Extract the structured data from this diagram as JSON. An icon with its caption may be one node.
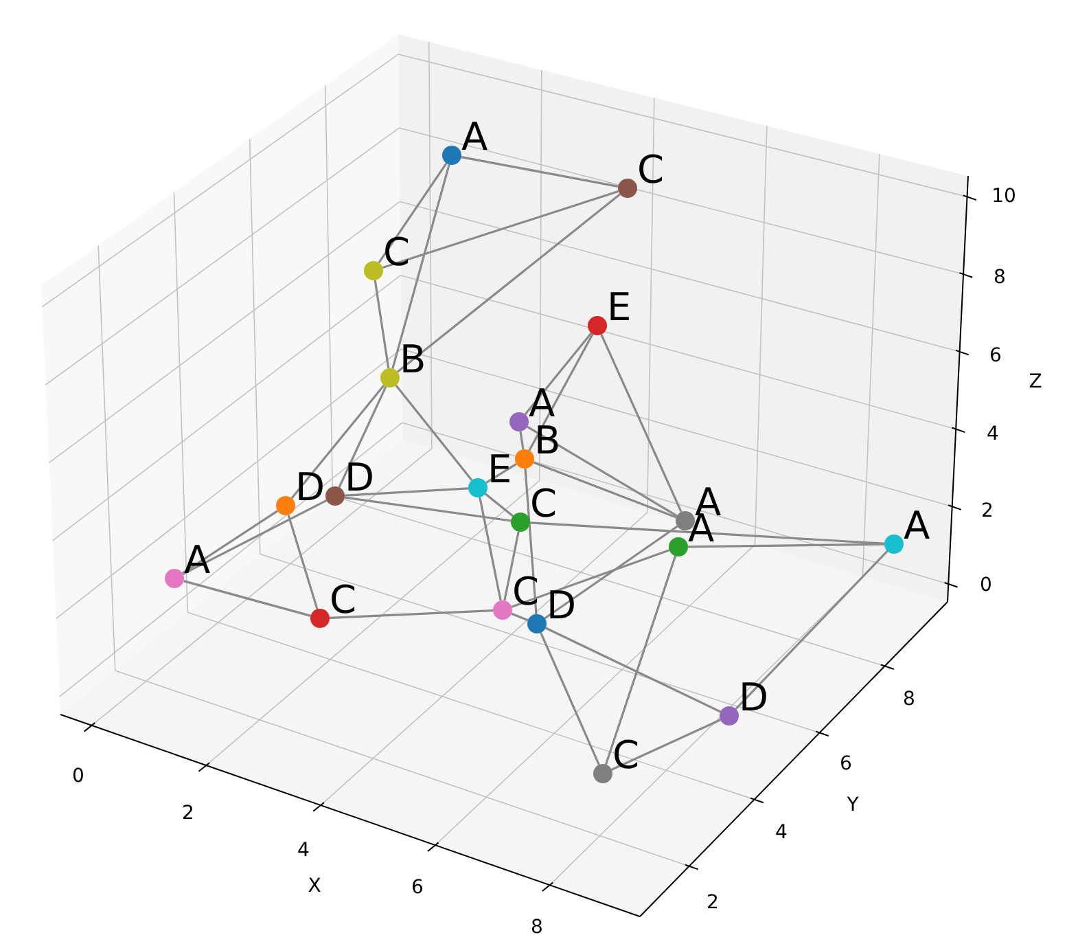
{
  "diagram": {
    "nodes": [
      {
        "text": [],
        "shape": "circle",
        "beside": [
          "A"
        ]
      },
      {
        "text": [],
        "shape": "circle",
        "beside": [
          "C"
        ]
      },
      {
        "text": [],
        "shape": "circle",
        "beside": [
          "C"
        ]
      },
      {
        "text": [],
        "shape": "circle",
        "beside": [
          "E"
        ]
      },
      {
        "text": [],
        "shape": "circle",
        "beside": [
          "B"
        ]
      },
      {
        "text": [],
        "shape": "circle",
        "beside": [
          "A"
        ]
      },
      {
        "text": [],
        "shape": "circle",
        "beside": [
          "B"
        ]
      },
      {
        "text": [],
        "shape": "circle",
        "beside": [
          "E"
        ]
      },
      {
        "text": [],
        "shape": "circle",
        "beside": [
          "D"
        ]
      },
      {
        "text": [],
        "shape": "circle",
        "beside": [
          "D"
        ]
      },
      {
        "text": [],
        "shape": "circle",
        "beside": [
          "C"
        ]
      },
      {
        "text": [],
        "shape": "circle",
        "beside": [
          "A"
        ]
      },
      {
        "text": [],
        "shape": "circle",
        "beside": [
          "A"
        ]
      },
      {
        "text": [],
        "shape": "circle",
        "beside": [
          "A"
        ]
      },
      {
        "text": [],
        "shape": "circle",
        "beside": [
          "A"
        ]
      },
      {
        "text": [],
        "shape": "circle",
        "beside": [
          "C"
        ]
      },
      {
        "text": [],
        "shape": "circle",
        "beside": [
          "C"
        ]
      },
      {
        "text": [],
        "shape": "circle",
        "beside": [
          "D"
        ]
      },
      {
        "text": [],
        "shape": "circle",
        "beside": [
          "D"
        ]
      },
      {
        "text": [],
        "shape": "circle",
        "beside": [
          "C"
        ]
      }
    ],
    "edges": [
      {
        "from": 0,
        "to": 1,
        "arrow": "none"
      },
      {
        "from": 0,
        "to": 2,
        "arrow": "none"
      },
      {
        "from": 0,
        "to": 4,
        "arrow": "none"
      },
      {
        "from": 1,
        "to": 2,
        "arrow": "none"
      },
      {
        "from": 1,
        "to": 4,
        "arrow": "none"
      },
      {
        "from": 2,
        "to": 4,
        "arrow": "none"
      },
      {
        "from": 3,
        "to": 5,
        "arrow": "none"
      },
      {
        "from": 3,
        "to": 6,
        "arrow": "none"
      },
      {
        "from": 3,
        "to": 11,
        "arrow": "none"
      },
      {
        "from": 4,
        "to": 7,
        "arrow": "none"
      },
      {
        "from": 4,
        "to": 8,
        "arrow": "none"
      },
      {
        "from": 4,
        "to": 9,
        "arrow": "none"
      },
      {
        "from": 5,
        "to": 6,
        "arrow": "none"
      },
      {
        "from": 5,
        "to": 11,
        "arrow": "none"
      },
      {
        "from": 6,
        "to": 7,
        "arrow": "none"
      },
      {
        "from": 6,
        "to": 11,
        "arrow": "none"
      },
      {
        "from": 6,
        "to": 17,
        "arrow": "none"
      },
      {
        "from": 7,
        "to": 9,
        "arrow": "none"
      },
      {
        "from": 7,
        "to": 10,
        "arrow": "none"
      },
      {
        "from": 7,
        "to": 16,
        "arrow": "none"
      },
      {
        "from": 8,
        "to": 14,
        "arrow": "none"
      },
      {
        "from": 8,
        "to": 15,
        "arrow": "none"
      },
      {
        "from": 9,
        "to": 14,
        "arrow": "none"
      },
      {
        "from": 9,
        "to": 10,
        "arrow": "none"
      },
      {
        "from": 10,
        "to": 16,
        "arrow": "none"
      },
      {
        "from": 10,
        "to": 13,
        "arrow": "none"
      },
      {
        "from": 11,
        "to": 17,
        "arrow": "none"
      },
      {
        "from": 12,
        "to": 13,
        "arrow": "none"
      },
      {
        "from": 12,
        "to": 16,
        "arrow": "none"
      },
      {
        "from": 12,
        "to": 19,
        "arrow": "none"
      },
      {
        "from": 13,
        "to": 18,
        "arrow": "none"
      },
      {
        "from": 14,
        "to": 15,
        "arrow": "none"
      },
      {
        "from": 15,
        "to": 16,
        "arrow": "none"
      },
      {
        "from": 16,
        "to": 17,
        "arrow": "none"
      },
      {
        "from": 17,
        "to": 18,
        "arrow": "none"
      },
      {
        "from": 17,
        "to": 19,
        "arrow": "none"
      },
      {
        "from": 18,
        "to": 19,
        "arrow": "none"
      }
    ],
    "labels": [
      "10",
      "8",
      "6",
      "4",
      "2",
      "0",
      "Z",
      "0",
      "2",
      "4",
      "6",
      "8",
      "X",
      "2",
      "4",
      "6",
      "8",
      "Y"
    ]
  }
}
